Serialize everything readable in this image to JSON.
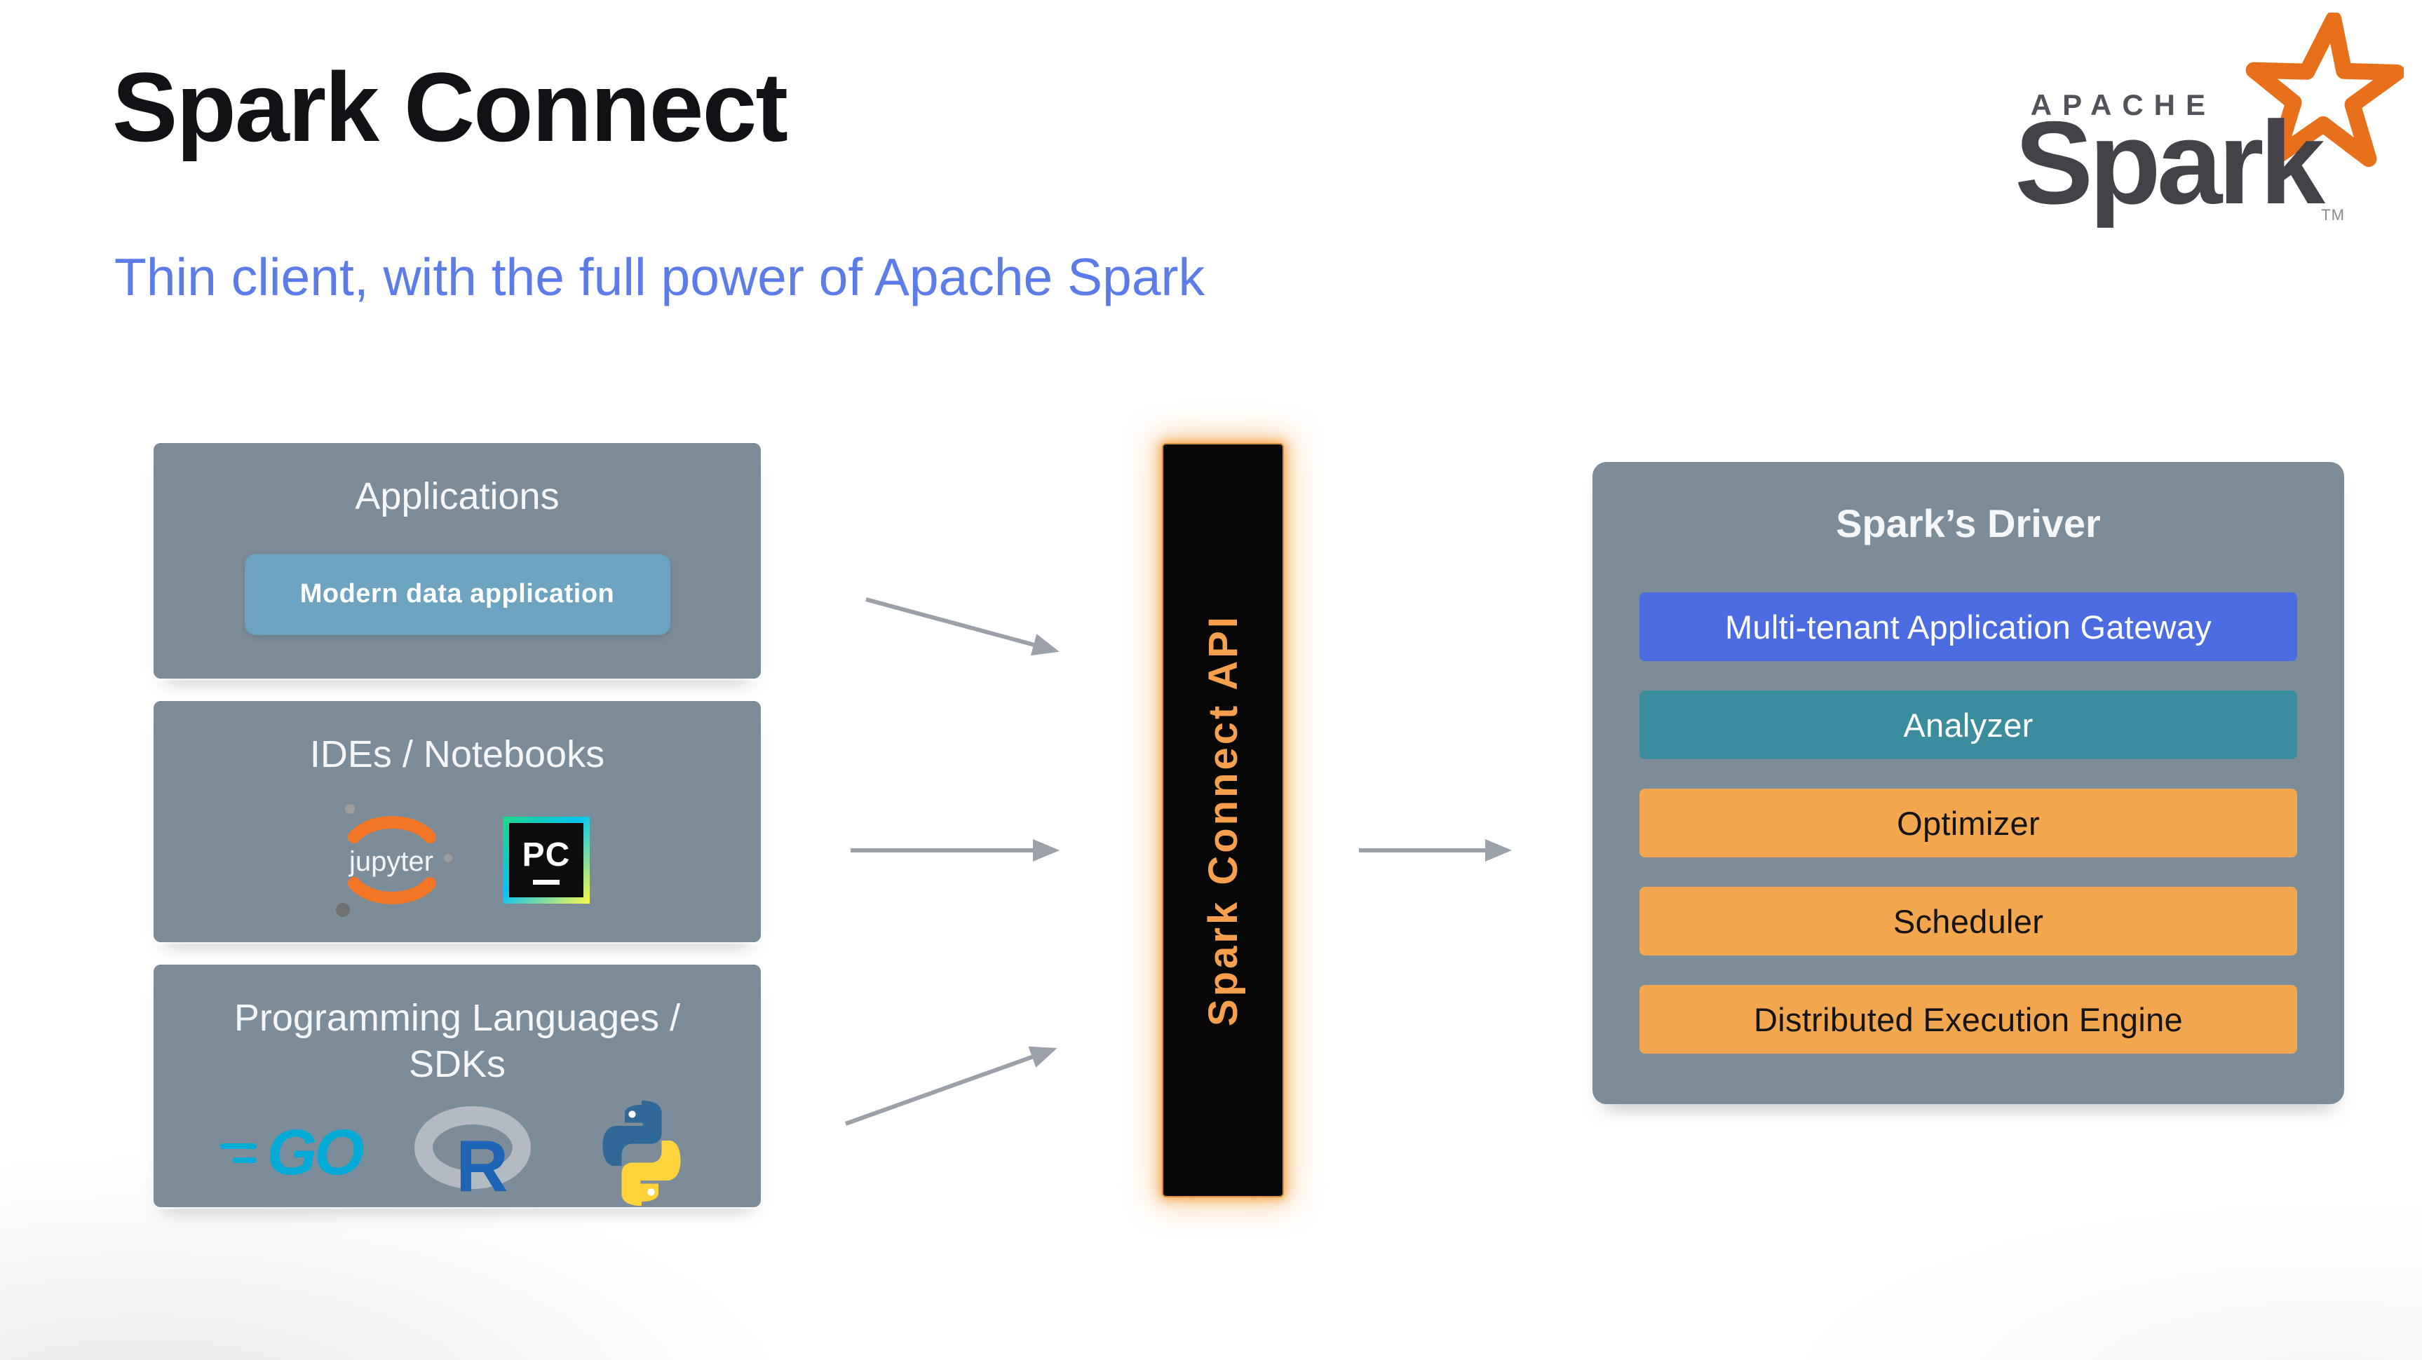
{
  "slide": {
    "title": "Spark Connect",
    "subtitle": "Thin client, with the full power of Apache Spark"
  },
  "logo": {
    "apache": "APACHE",
    "spark": "Spark",
    "tm": "TM"
  },
  "panels": {
    "applications": {
      "title": "Applications",
      "button_label": "Modern data application"
    },
    "ides": {
      "title": "IDEs / Notebooks",
      "jupyter_label": "jupyter",
      "pycharm_label": "PC"
    },
    "languages": {
      "title": "Programming Languages / SDKs",
      "go_label": "GO",
      "r_label": "R"
    }
  },
  "connect_api": {
    "label": "Spark Connect API",
    "text_color": "#f6a04e",
    "glow_color": "#f8a64a"
  },
  "driver": {
    "title": "Spark’s Driver",
    "rows": [
      {
        "label": "Multi-tenant Application Gateway",
        "bg": "#4a6ce0",
        "fg": "#ffffff"
      },
      {
        "label": "Analyzer",
        "bg": "#3b8d9e",
        "fg": "#ffffff"
      },
      {
        "label": "Optimizer",
        "bg": "#f2a74f",
        "fg": "#141414"
      },
      {
        "label": "Scheduler",
        "bg": "#f2a74f",
        "fg": "#141414"
      },
      {
        "label": "Distributed Execution Engine",
        "bg": "#f2a74f",
        "fg": "#141414"
      }
    ]
  },
  "colors": {
    "panel_gray": "#7d8c99",
    "subtitle_blue": "#5b7ce9",
    "app_button_blue": "#6ba3c1",
    "arrow_gray": "#9aa1a8",
    "spark_orange": "#e8701a",
    "jupyter_orange": "#f37726",
    "go_cyan": "#00acd7",
    "r_blue": "#1f65b7",
    "python_blue": "#306998",
    "python_yellow": "#ffd43b"
  }
}
